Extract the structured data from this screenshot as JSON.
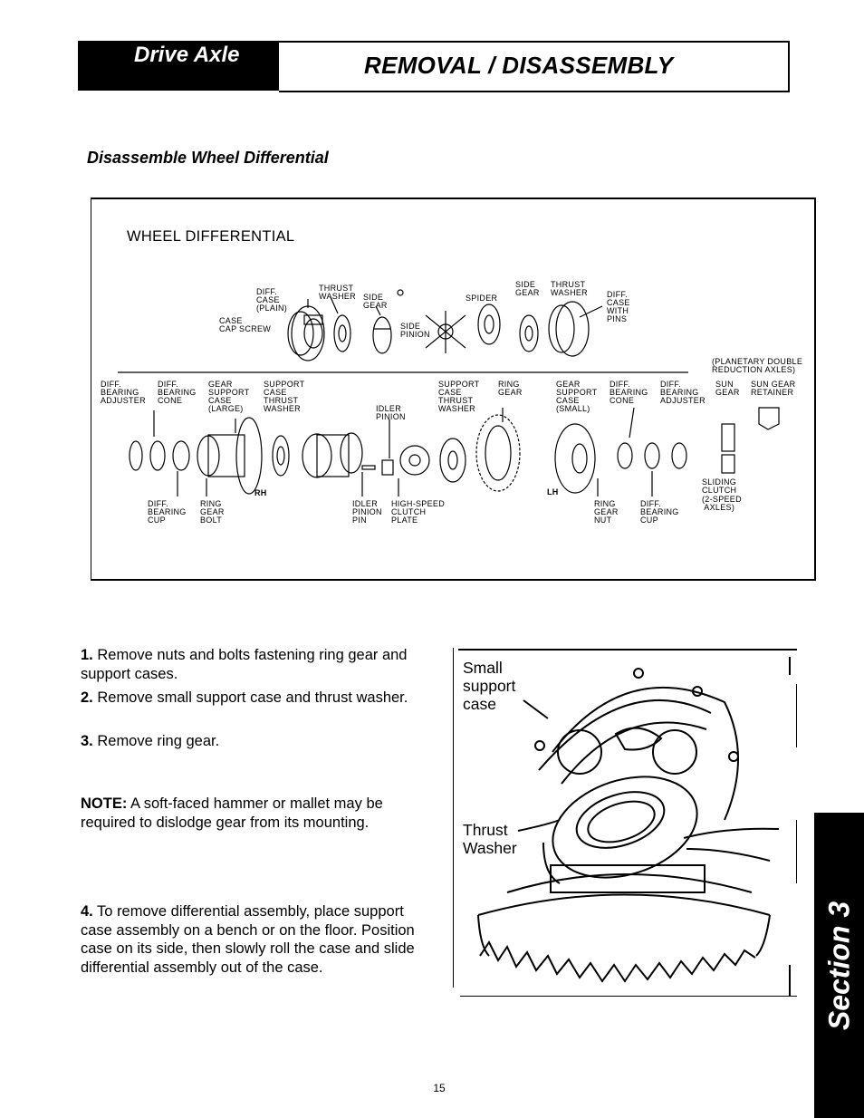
{
  "header": {
    "section_name": "Drive Axle",
    "title": "REMOVAL / DISASSEMBLY"
  },
  "subtitle": "Disassemble Wheel Differential",
  "diagram": {
    "title": "WHEEL DIFFERENTIAL",
    "labels": {
      "diff_case_plain": "DIFF.\nCASE\n(PLAIN)",
      "thrust_washer_1": "THRUST\nWASHER",
      "side_gear_1": "SIDE\nGEAR",
      "case_cap_screw": "CASE\nCAP SCREW",
      "side_pinion": "SIDE\nPINION",
      "spider": "SPIDER",
      "side_gear_2": "SIDE\nGEAR",
      "thrust_washer_2": "THRUST\nWASHER",
      "diff_case_with_pins": "DIFF.\nCASE\nWITH\nPINS",
      "planetary": "(PLANETARY DOUBLE\nREDUCTION AXLES)",
      "diff_bearing_adjuster_l": "DIFF.\nBEARING\nADJUSTER",
      "diff_bearing_cone_l": "DIFF.\nBEARING\nCONE",
      "gear_support_case_large": "GEAR\nSUPPORT\nCASE\n(LARGE)",
      "support_case_thrust_washer_l": "SUPPORT\nCASE\nTHRUST\nWASHER",
      "idler_pinion": "IDLER\nPINION",
      "support_case_thrust_washer_r": "SUPPORT\nCASE\nTHRUST\nWASHER",
      "ring_gear": "RING\nGEAR",
      "gear_support_case_small": "GEAR\nSUPPORT\nCASE\n(SMALL)",
      "diff_bearing_cone_r": "DIFF.\nBEARING\nCONE",
      "diff_bearing_adjuster_r": "DIFF.\nBEARING\nADJUSTER",
      "sun_gear": "SUN\nGEAR",
      "sun_gear_retainer": "SUN GEAR\nRETAINER",
      "rh": "RH",
      "lh": "LH",
      "diff_bearing_cup_l": "DIFF.\nBEARING\nCUP",
      "ring_gear_bolt": "RING\nGEAR\nBOLT",
      "idler_pinion_pin": "IDLER\nPINION\nPIN",
      "high_speed_clutch_plate": "HIGH-SPEED\nCLUTCH\nPLATE",
      "ring_gear_nut": "RING\nGEAR\nNUT",
      "diff_bearing_cup_r": "DIFF.\nBEARING\nCUP",
      "sliding_clutch": "SLIDING\nCLUTCH",
      "two_speed_axles": "(2-SPEED\n AXLES)"
    }
  },
  "steps": [
    {
      "num": "1.",
      "text": " Remove nuts and bolts fastening ring gear and support cases."
    },
    {
      "num": "2.",
      "text": " Remove small support case and thrust washer."
    },
    {
      "num": "3.",
      "text": " Remove ring gear."
    }
  ],
  "note": {
    "label": "NOTE:",
    "text": " A soft-faced hammer or mallet may be required to dislodge gear from its mounting."
  },
  "step4": {
    "num": "4.",
    "text": " To remove differential assembly, place support case assembly on a bench or on the floor. Position case on its side, then slowly roll the case and slide differential assembly out of the case."
  },
  "photo": {
    "label_small_support_case": "Small\nsupport\ncase",
    "label_thrust_washer": "Thrust\nWasher"
  },
  "side_tab": "Section 3",
  "page_number": "15"
}
